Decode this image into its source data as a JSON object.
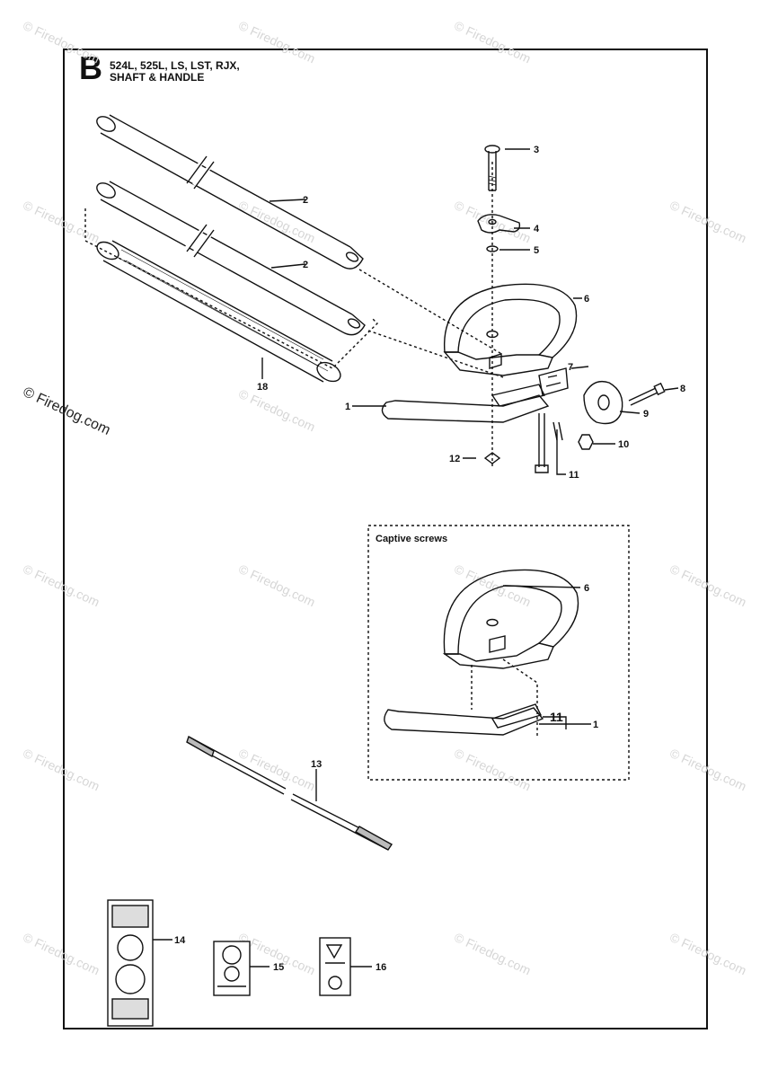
{
  "page": {
    "section_letter": "B",
    "header_line1": "524L, 525L, LS, LST, RJX,",
    "header_line2": "SHAFT & HANDLE",
    "detail_title": "Captive screws",
    "watermark_text": "© Firedog.com",
    "watermark_big": "© Firedog.com"
  },
  "callouts": {
    "c1": "1",
    "c2a": "2",
    "c2b": "2",
    "c3": "3",
    "c4": "4",
    "c5": "5",
    "c6": "6",
    "c7": "7",
    "c8": "8",
    "c9": "9",
    "c10": "10",
    "c11": "11",
    "c12": "12",
    "c13": "13",
    "c14": "14",
    "c15": "15",
    "c16": "16",
    "c18": "18",
    "d6": "6",
    "d11": "11",
    "d1": "1"
  }
}
